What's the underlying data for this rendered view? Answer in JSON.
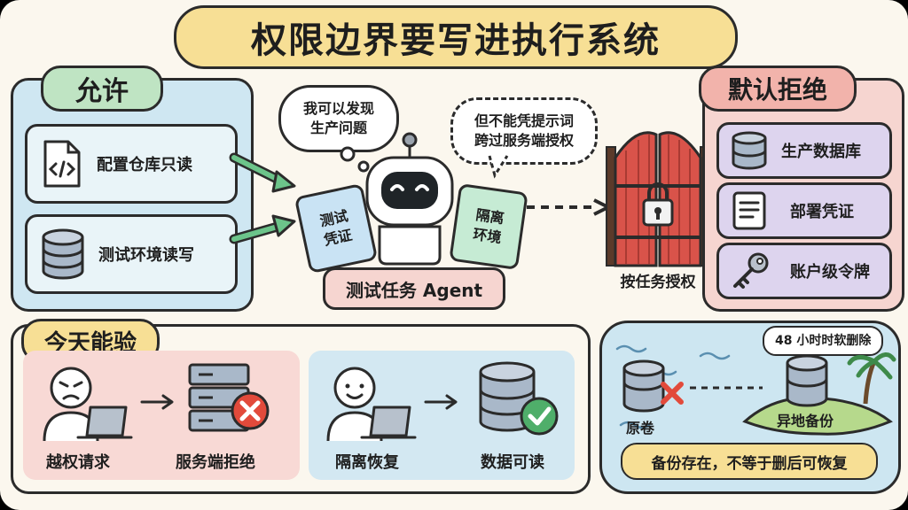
{
  "title": "权限边界要写进执行系统",
  "allow": {
    "tag": "允许",
    "items": [
      {
        "label": "配置仓库只读",
        "icon": "code-file-icon"
      },
      {
        "label": "测试环境读写",
        "icon": "database-icon"
      }
    ]
  },
  "agent": {
    "thought_bubble": [
      "我可以发现",
      "生产问题"
    ],
    "speech_bubble": [
      "但不能凭提示词",
      "跨过服务端授权"
    ],
    "left_card": [
      "测试",
      "凭证"
    ],
    "right_card": [
      "隔离",
      "环境"
    ],
    "label": "测试任务 Agent"
  },
  "gate": {
    "label": "按任务授权"
  },
  "deny": {
    "tag": "默认拒绝",
    "items": [
      {
        "label": "生产数据库",
        "icon": "database-icon"
      },
      {
        "label": "部署凭证",
        "icon": "document-icon"
      },
      {
        "label": "账户级令牌",
        "icon": "key-icon"
      }
    ]
  },
  "today": {
    "tag": "今天能验",
    "left": {
      "from": "越权请求",
      "to": "服务端拒绝"
    },
    "right": {
      "from": "隔离恢复",
      "to": "数据可读"
    }
  },
  "backup": {
    "badge": "48 小时时软删除",
    "source": "原卷",
    "remote": "异地备份",
    "caption": "备份存在，不等于删后可恢复"
  },
  "colors": {
    "allow_bg": "#cfe7f2",
    "deny_bg": "#f6d5d0",
    "title_bg": "#f7df95",
    "today_left_bg": "#f8d9d5",
    "today_right_bg": "#d3e8f2",
    "accent_green": "#4fae6a",
    "accent_red": "#e24a3b"
  }
}
